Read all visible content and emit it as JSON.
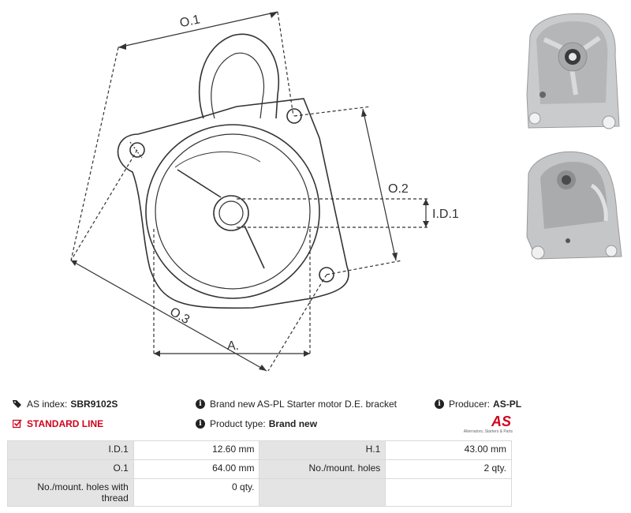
{
  "drawing": {
    "labels": {
      "o1": "O.1",
      "o2": "O.2",
      "o3": "O.3",
      "id1": "I.D.1",
      "a": "A."
    }
  },
  "info": {
    "as_index_label": "AS index:",
    "as_index_value": "SBR9102S",
    "description": "Brand new AS-PL Starter motor D.E. bracket",
    "producer_label": "Producer:",
    "producer_value": "AS-PL",
    "line_label": "STANDARD LINE",
    "product_type_label": "Product type:",
    "product_type_value": "Brand new"
  },
  "logo": {
    "text": "AS",
    "tagline": "Alternators, Starters & Parts"
  },
  "specs": [
    {
      "label1": "I.D.1",
      "value1": "12.60 mm",
      "label2": "H.1",
      "value2": "43.00 mm"
    },
    {
      "label1": "O.1",
      "value1": "64.00 mm",
      "label2": "No./mount. holes",
      "value2": "2 qty."
    },
    {
      "label1": "No./mount. holes with thread",
      "value1": "0 qty.",
      "label2": "",
      "value2": ""
    }
  ],
  "colors": {
    "accent": "#d0021b",
    "label_bg": "#e4e4e4"
  }
}
